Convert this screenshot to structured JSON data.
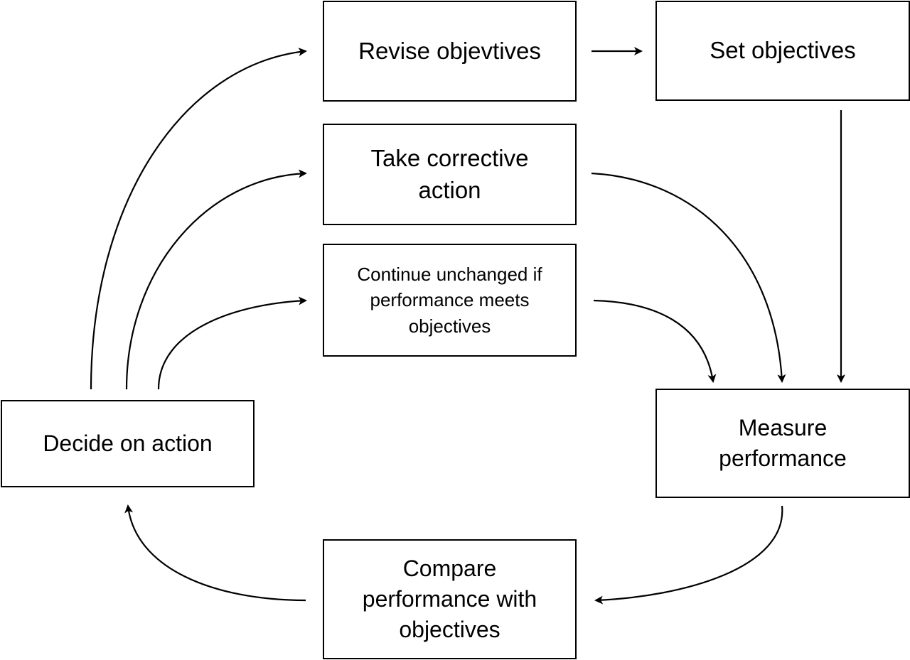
{
  "boxes": {
    "revise_objectives": "Revise objevtives",
    "set_objectives": "Set objectives",
    "take_corrective_action": "Take corrective action",
    "continue_unchanged": "Continue unchanged if performance meets objectives",
    "decide_on_action": "Decide on action",
    "measure_performance": "Measure performance",
    "compare_performance": "Compare performance with objectives"
  },
  "colors": {
    "stroke": "#000000",
    "background": "#ffffff"
  }
}
